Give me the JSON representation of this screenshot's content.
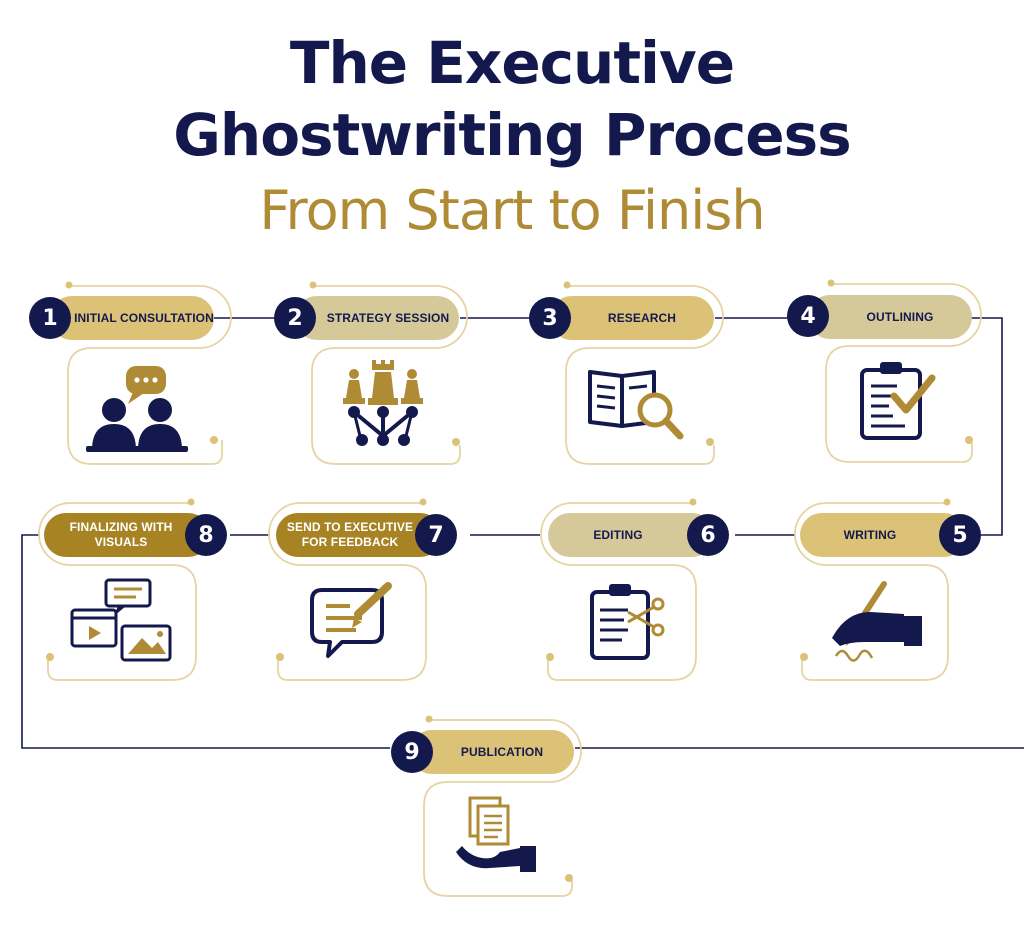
{
  "header": {
    "title_line1": "The Executive",
    "title_line2": "Ghostwriting Process",
    "subtitle": "From Start to Finish"
  },
  "colors": {
    "navy": "#14194d",
    "gold": "#b08b36",
    "gold_light": "#dcc277",
    "gold_pale": "#d5c99a",
    "gold_dark": "#a88324",
    "outline": "#e6d4a3"
  },
  "steps": [
    {
      "number": "1",
      "label": "INITIAL CONSULTATION",
      "icon": "consultation-icon",
      "pill_color": "#dcc277",
      "text_color": "#14194d"
    },
    {
      "number": "2",
      "label": "STRATEGY SESSION",
      "icon": "strategy-chess-icon",
      "pill_color": "#d5c99a",
      "text_color": "#14194d"
    },
    {
      "number": "3",
      "label": "RESEARCH",
      "icon": "research-book-icon",
      "pill_color": "#dcc277",
      "text_color": "#14194d"
    },
    {
      "number": "4",
      "label": "OUTLINING",
      "icon": "clipboard-check-icon",
      "pill_color": "#d5c99a",
      "text_color": "#14194d"
    },
    {
      "number": "5",
      "label": "WRITING",
      "icon": "writing-hand-icon",
      "pill_color": "#dcc277",
      "text_color": "#14194d"
    },
    {
      "number": "6",
      "label": "EDITING",
      "icon": "clipboard-scissors-icon",
      "pill_color": "#d5c99a",
      "text_color": "#14194d"
    },
    {
      "number": "7",
      "label": "SEND TO EXECUTIVE FOR FEEDBACK",
      "icon": "feedback-chat-icon",
      "pill_color": "#a88324",
      "text_color": "#ffffff"
    },
    {
      "number": "8",
      "label": "FINALIZING WITH VISUALS",
      "icon": "visuals-media-icon",
      "pill_color": "#a88324",
      "text_color": "#ffffff"
    },
    {
      "number": "9",
      "label": "PUBLICATION",
      "icon": "publication-hand-icon",
      "pill_color": "#dcc277",
      "text_color": "#14194d"
    }
  ]
}
